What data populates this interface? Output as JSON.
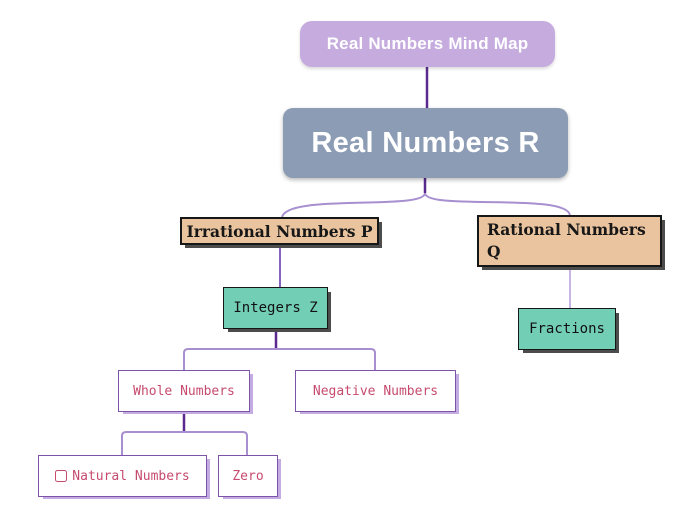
{
  "diagram": {
    "type": "mind-map",
    "nodes": {
      "title": {
        "label": "Real Numbers Mind Map"
      },
      "real_r": {
        "label": "Real Numbers R"
      },
      "irrational": {
        "label": "Irrational Numbers P"
      },
      "rational": {
        "label": "Rational Numbers Q"
      },
      "integers": {
        "label": "Integers Z"
      },
      "fractions": {
        "label": "Fractions"
      },
      "whole": {
        "label": "Whole Numbers"
      },
      "negative": {
        "label": "Negative Numbers"
      },
      "natural": {
        "label": "Natural Numbers",
        "icon": "square-outline-icon"
      },
      "zero": {
        "label": "Zero"
      }
    },
    "edges": [
      {
        "from": "title",
        "to": "real_r"
      },
      {
        "from": "real_r",
        "to": "irrational"
      },
      {
        "from": "real_r",
        "to": "rational"
      },
      {
        "from": "irrational",
        "to": "integers"
      },
      {
        "from": "rational",
        "to": "fractions"
      },
      {
        "from": "integers",
        "to": "whole"
      },
      {
        "from": "integers",
        "to": "negative"
      },
      {
        "from": "whole",
        "to": "natural"
      },
      {
        "from": "whole",
        "to": "zero"
      }
    ],
    "colors": {
      "background": "#ffffff",
      "pill_fill": "#c5abde",
      "root_fill": "#8c9cb5",
      "tan_fill": "#eac49e",
      "teal_fill": "#73ceb6",
      "white_node_border": "#7d54aa",
      "crimson_text": "#c64b6e",
      "node_text_light": "#ffffff",
      "node_text_dark": "#171717",
      "edge_dark_purple": "#5b2a8f",
      "edge_mid_purple": "#8a63c0",
      "edge_light_purple": "#a78fd0",
      "edge_lavender": "#c8b3e5",
      "shadow_dark": "#4c4c4c",
      "shadow_lavender": "#c2ace1"
    }
  }
}
